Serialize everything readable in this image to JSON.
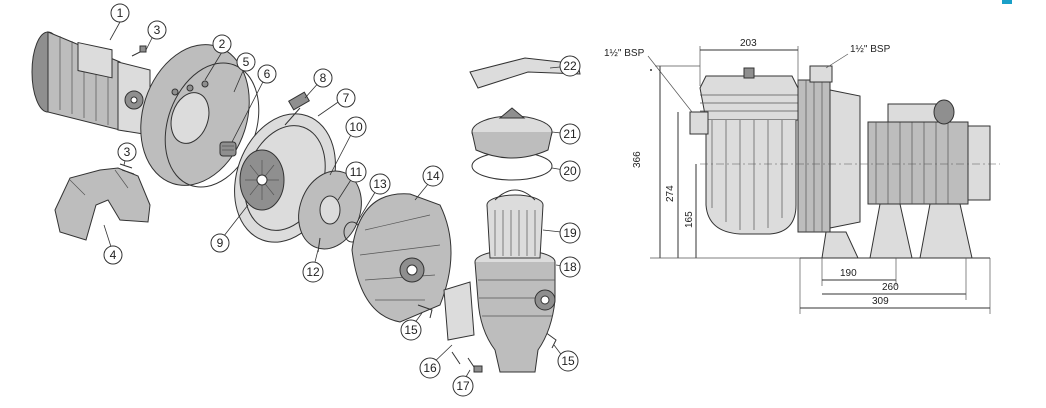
{
  "exploded_view": {
    "callouts": [
      "1",
      "2",
      "3",
      "3",
      "4",
      "5",
      "6",
      "7",
      "8",
      "9",
      "10",
      "11",
      "12",
      "13",
      "14",
      "15",
      "15",
      "16",
      "17",
      "18",
      "19",
      "20",
      "21",
      "22"
    ]
  },
  "dimension_drawing": {
    "labels": {
      "inlet": "1½\" BSP",
      "outlet": "1½\" BSP",
      "top_width": "203",
      "overall_height": "366",
      "axis_height": "274",
      "inlet_height": "165",
      "foot_spacing": "190",
      "base_width": "260",
      "overall_length": "309"
    }
  },
  "colors": {
    "line": "#333333",
    "metal": "#bdbdbd",
    "accent": "#1aa0c8"
  }
}
